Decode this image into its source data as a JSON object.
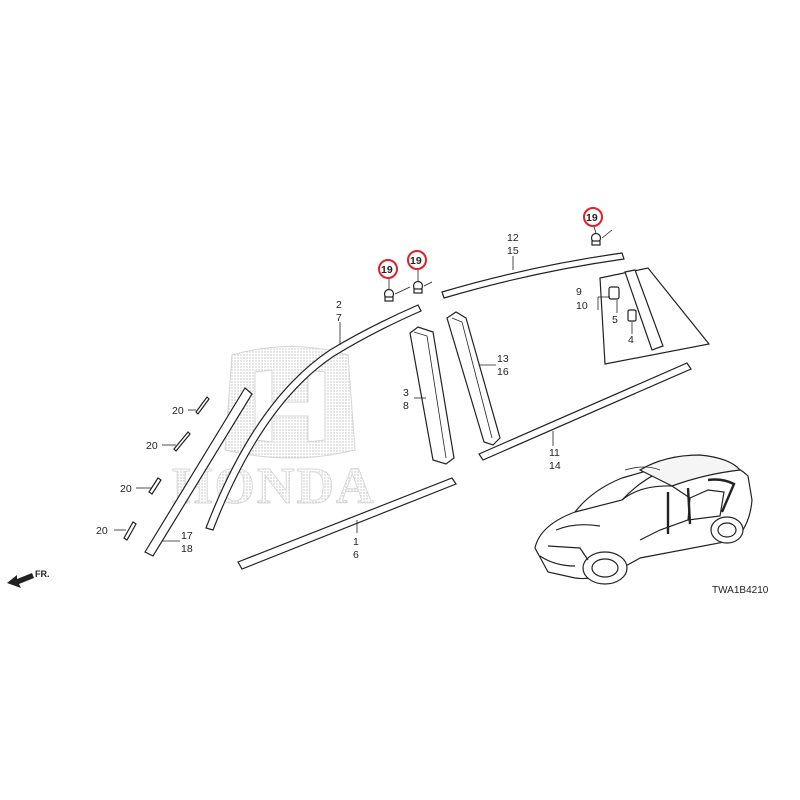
{
  "watermark": {
    "brand_text": "HONDA"
  },
  "diagram_code": "TWA1B4210",
  "front_indicator": "FR.",
  "callouts": {
    "c1": "1",
    "c2": "2",
    "c3": "3",
    "c4": "4",
    "c5": "5",
    "c6": "6",
    "c7": "7",
    "c8": "8",
    "c9": "9",
    "c10": "10",
    "c11": "11",
    "c12": "12",
    "c13": "13",
    "c14": "14",
    "c15": "15",
    "c16": "16",
    "c17": "17",
    "c18": "18",
    "c19": "19",
    "c20": "20"
  },
  "accent_color": "#e0202a"
}
